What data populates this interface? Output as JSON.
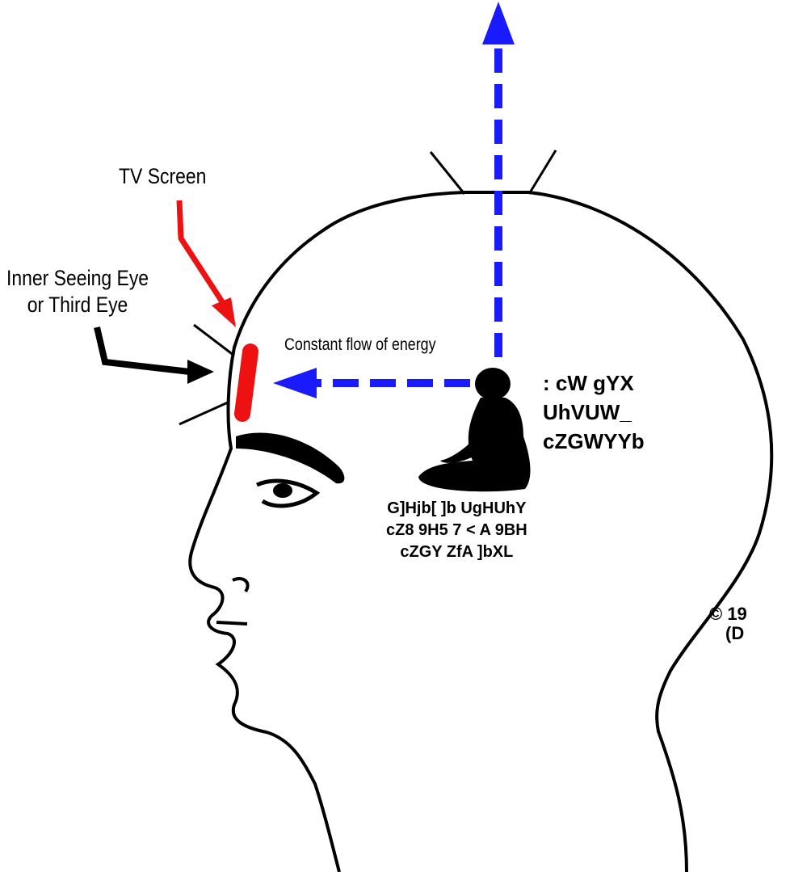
{
  "labels": {
    "tv_screen": "TV Screen",
    "inner_eye": [
      "Inner Seeing Eye",
      "or Third Eye"
    ],
    "energy_flow": "Constant flow of energy",
    "meditator_right": [
      ": cW gYX",
      "UhVUW_",
      "cZGWYYb"
    ],
    "meditator_below": [
      "G]Hjb[ ]b UgHUhY",
      "cZ8 9H5 7 < A 9BH",
      "cZGY ZfA ]bXL"
    ],
    "copyright": [
      "© 19",
      "(D"
    ]
  },
  "colors": {
    "arrow_energy": "#1a1aff",
    "tv_screen": "#ee1111",
    "outline": "#000000",
    "background": "#ffffff"
  }
}
